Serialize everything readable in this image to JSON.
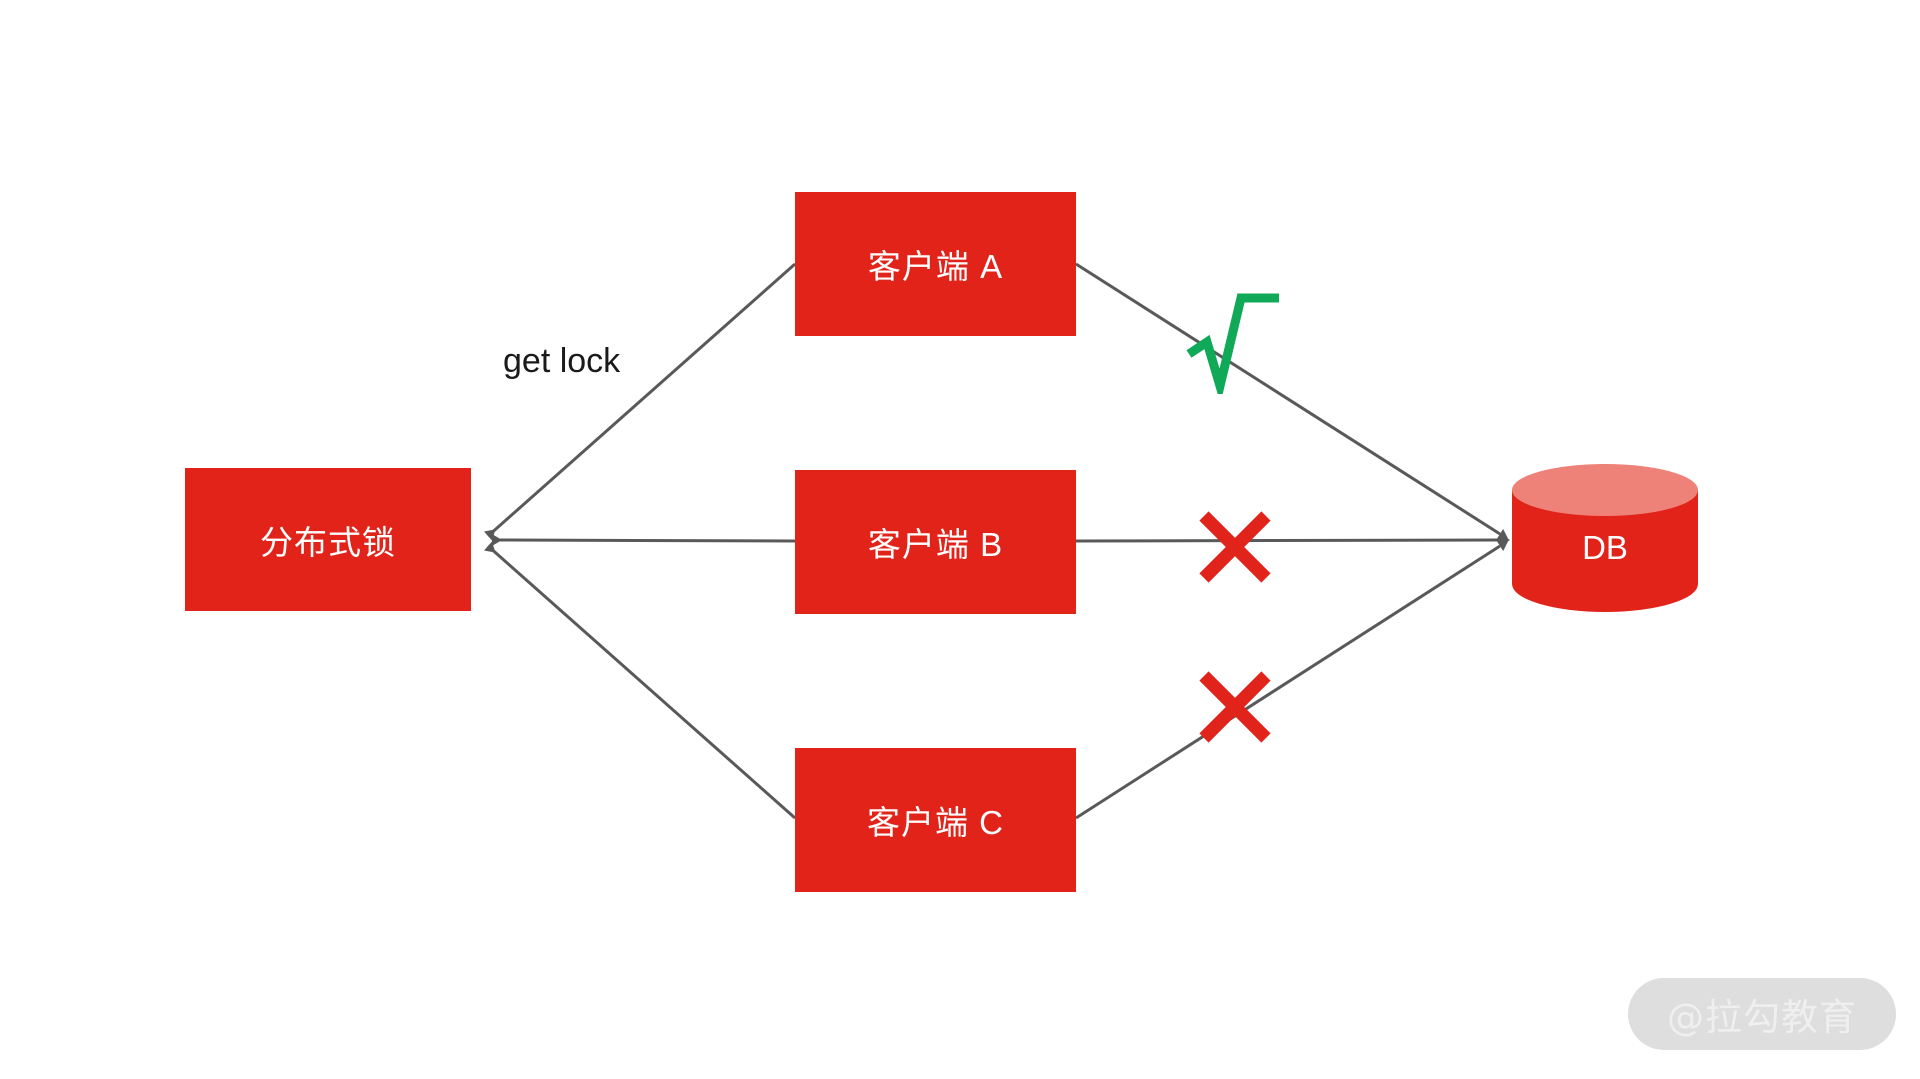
{
  "diagram": {
    "title": "Distributed lock diagram",
    "background_color": "#FFFFFF",
    "node_fill_color": "#E2231A",
    "node_text_color": "#FFFFFF",
    "edge_color": "#595959",
    "success_color": "#0FA958",
    "failure_color": "#E0241B",
    "nodes": {
      "lock": {
        "label": "分布式锁"
      },
      "clientA": {
        "label": "客户端 A"
      },
      "clientB": {
        "label": "客户端 B"
      },
      "clientC": {
        "label": "客户端 C"
      },
      "db": {
        "label": "DB"
      }
    },
    "edge_labels": {
      "get_lock": "get lock"
    },
    "markers": {
      "check": {
        "name": "green-check",
        "symbol": "√",
        "applies_to": "clientA-to-db"
      },
      "cross_b": {
        "name": "red-cross",
        "symbol": "✕",
        "applies_to": "clientB-to-db"
      },
      "cross_c": {
        "name": "red-cross",
        "symbol": "✕",
        "applies_to": "clientC-to-db"
      }
    }
  },
  "watermark": {
    "text": "@拉勾教育"
  }
}
